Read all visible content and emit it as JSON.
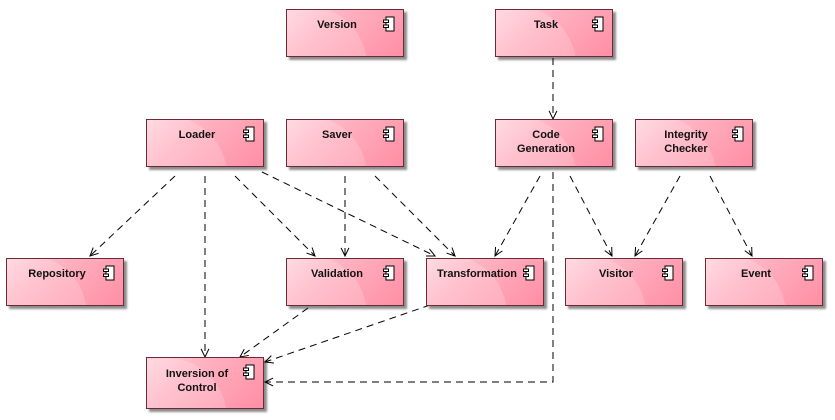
{
  "components": {
    "version": "Version",
    "task": "Task",
    "loader": "Loader",
    "saver": "Saver",
    "code_generation": "Code Generation",
    "integrity_checker": "Integrity Checker",
    "repository": "Repository",
    "validation": "Validation",
    "transformation": "Transformation",
    "visitor": "Visitor",
    "event": "Event",
    "inversion_of_control": "Inversion of Control"
  },
  "dependencies": [
    [
      "task",
      "code_generation"
    ],
    [
      "loader",
      "repository"
    ],
    [
      "loader",
      "inversion_of_control"
    ],
    [
      "loader",
      "validation"
    ],
    [
      "loader",
      "transformation"
    ],
    [
      "saver",
      "validation"
    ],
    [
      "saver",
      "transformation"
    ],
    [
      "code_generation",
      "transformation"
    ],
    [
      "code_generation",
      "visitor"
    ],
    [
      "code_generation",
      "inversion_of_control"
    ],
    [
      "integrity_checker",
      "visitor"
    ],
    [
      "integrity_checker",
      "event"
    ],
    [
      "validation",
      "inversion_of_control"
    ],
    [
      "transformation",
      "inversion_of_control"
    ]
  ],
  "colors": {
    "border": "#6b2a36",
    "fill_light": "#ffd3dc",
    "fill_dark": "#ff8ea4",
    "edge": "#000000"
  },
  "icon": "uml-component-icon"
}
